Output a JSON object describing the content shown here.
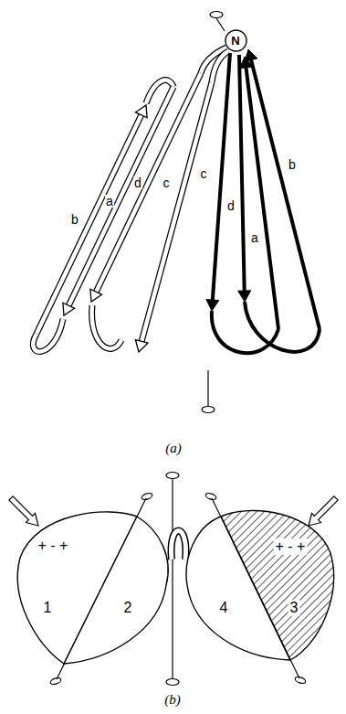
{
  "diagram": {
    "nodes": [
      {
        "text": [
          "N"
        ]
      },
      {
        "text": [
          "+ - +",
          "1"
        ]
      },
      {
        "text": [
          "2"
        ]
      },
      {
        "text": [
          "4"
        ]
      },
      {
        "text": [
          "+ - +",
          "3"
        ]
      }
    ],
    "edges": [
      {
        "from": 2,
        "to": 3,
        "arrow": "none"
      }
    ],
    "labels": [
      "b",
      "a",
      "d",
      "c",
      "c",
      "d",
      "a",
      "b",
      "(a)",
      "(b)"
    ]
  }
}
